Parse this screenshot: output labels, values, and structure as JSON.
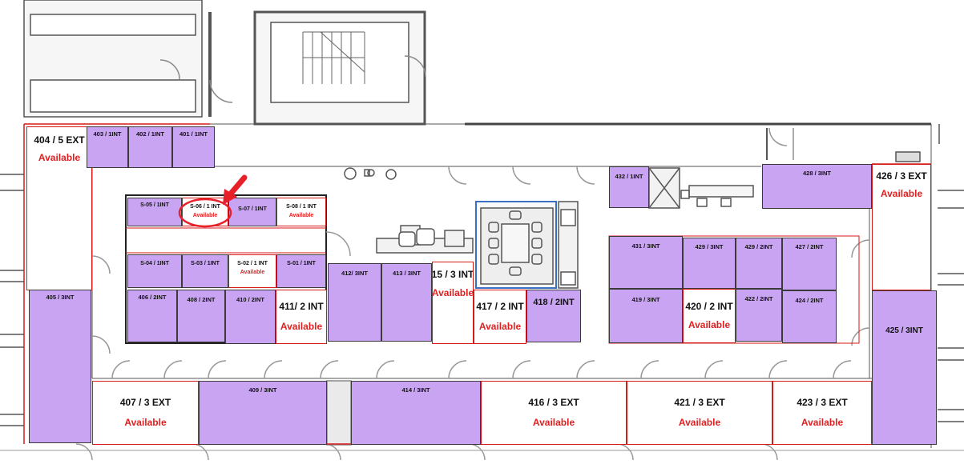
{
  "colors": {
    "occupied": "#c9a4f2",
    "available_border": "#d61a1a",
    "available_text": "#e02020",
    "wall": "#555555",
    "marker": "#e8202a"
  },
  "available_label": "Available",
  "rooms": {
    "r404": "404 / 5 EXT",
    "r403": "403 / 1INT",
    "r402": "402 / 1INT",
    "r401": "401 / 1INT",
    "rS05": "S-05 / 1INT",
    "rS06": "S-06 / 1 INT",
    "rS07": "S-07 / 1INT",
    "rS08": "S-08 / 1 INT",
    "rS04": "S-04 / 1INT",
    "rS03": "S-03 / 1INT",
    "rS02": "S-02 / 1 INT",
    "rS01": "S-01 / 1INT",
    "r405": "405 / 3INT",
    "r406": "406 / 2INT",
    "r408": "408 / 2INT",
    "r410": "410 / 2INT",
    "r411": "411/ 2 INT",
    "r412": "412/ 3INT",
    "r413": "413 / 3INT",
    "r415": "15 / 3 INT",
    "r417": "417 / 2 INT",
    "r418": "418 / 2INT",
    "r432": "432 / 1INT",
    "r428": "428 / 3INT",
    "r426": "426 / 3 EXT",
    "r431": "431 / 3INT",
    "r429a": "429 / 3INT",
    "r429b": "429 / 2INT",
    "r427": "427 / 2INT",
    "r419": "419 / 3INT",
    "r420": "420 / 2 INT",
    "r422": "422 / 2INT",
    "r424": "424 / 2INT",
    "r425": "425 / 3INT",
    "r407": "407 / 3 EXT",
    "r409": "409 / 3INT",
    "r414": "414 / 3INT",
    "r416": "416 / 3 EXT",
    "r421": "421 / 3 EXT",
    "r423": "423 / 3 EXT"
  }
}
